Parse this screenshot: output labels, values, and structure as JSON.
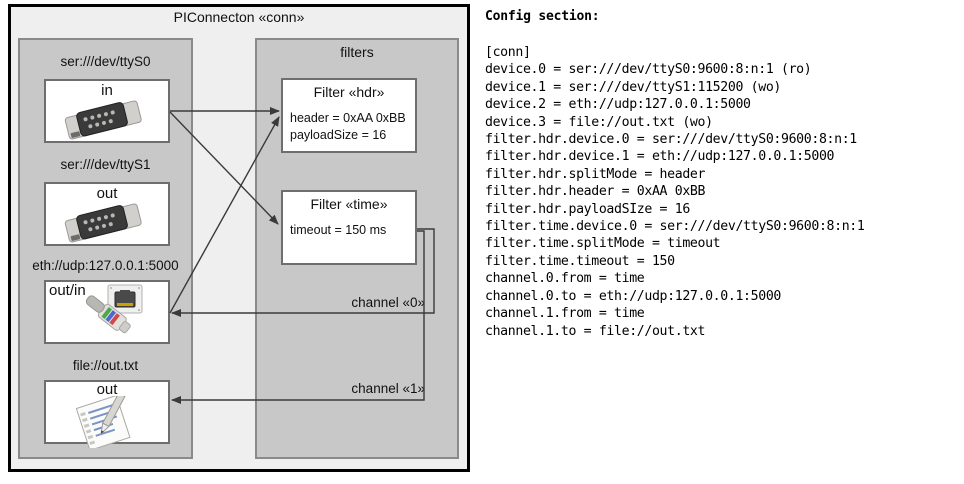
{
  "diagram": {
    "title": "PIConnecton «conn»",
    "devices_panel": {
      "devices": [
        {
          "label": "ser:///dev/ttyS0",
          "io": "in",
          "icon": "serial-port-icon"
        },
        {
          "label": "ser:///dev/ttyS1",
          "io": "out",
          "icon": "serial-port-icon"
        },
        {
          "label": "eth://udp:127.0.0.1:5000",
          "io": "out/in",
          "icon": "ethernet-plug-icon"
        },
        {
          "label": "file://out.txt",
          "io": "out",
          "icon": "text-file-icon"
        }
      ]
    },
    "filters_panel": {
      "title": "filters",
      "filters": [
        {
          "title": "Filter «hdr»",
          "attrs": [
            "header = 0xAA 0xBB",
            "payloadSize = 16"
          ]
        },
        {
          "title": "Filter «time»",
          "attrs": [
            "timeout = 150 ms"
          ]
        }
      ],
      "channels": [
        {
          "label": "channel «0»"
        },
        {
          "label": "channel «1»"
        }
      ]
    }
  },
  "config": {
    "heading": "Config section:",
    "lines": "[conn]\ndevice.0 = ser:///dev/ttyS0:9600:8:n:1 (ro)\ndevice.1 = ser:///dev/ttyS1:115200 (wo)\ndevice.2 = eth://udp:127.0.0.1:5000\ndevice.3 = file://out.txt (wo)\nfilter.hdr.device.0 = ser:///dev/ttyS0:9600:8:n:1\nfilter.hdr.device.1 = eth://udp:127.0.0.1:5000\nfilter.hdr.splitMode = header\nfilter.hdr.header = 0xAA 0xBB\nfilter.hdr.payloadSIze = 16\nfilter.time.device.0 = ser:///dev/ttyS0:9600:8:n:1\nfilter.time.splitMode = timeout\nfilter.time.timeout = 150\nchannel.0.from = time\nchannel.0.to = eth://udp:127.0.0.1:5000\nchannel.1.from = time\nchannel.1.to = file://out.txt"
  },
  "colors": {
    "outer_bg": "#efefef",
    "panel_bg": "#c8c8c8",
    "box_bg": "#ffffff",
    "line": "#3a3a3a"
  }
}
